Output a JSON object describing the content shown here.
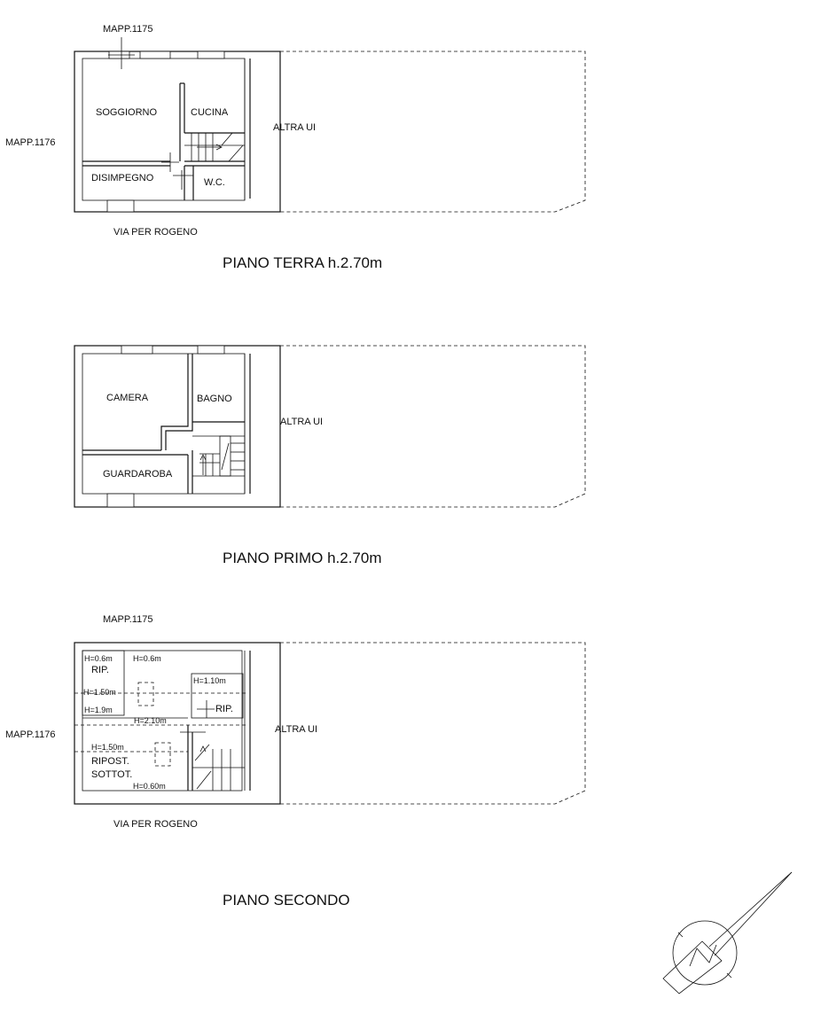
{
  "ground_floor": {
    "title": "PIANO TERRA h.2.70m",
    "neighbor_top": "MAPP.1175",
    "neighbor_left": "MAPP.1176",
    "street": "VIA PER ROGENO",
    "rooms": {
      "living": "SOGGIORNO",
      "kitchen": "CUCINA",
      "hallway": "DISIMPEGNO",
      "wc": "W.C.",
      "other_unit": "ALTRA UI"
    }
  },
  "first_floor": {
    "title": "PIANO PRIMO h.2.70m",
    "rooms": {
      "bedroom": "CAMERA",
      "bathroom": "BAGNO",
      "wardrobe": "GUARDAROBA",
      "other_unit": "ALTRA UI"
    }
  },
  "second_floor": {
    "title": "PIANO SECONDO",
    "neighbor_top": "MAPP.1175",
    "neighbor_left": "MAPP.1176",
    "street": "VIA PER ROGENO",
    "rooms": {
      "rip_left": "RIP.",
      "rip_right": "RIP.",
      "storage_line1": "RIPOST.",
      "storage_line2": "SOTTOT.",
      "other_unit": "ALTRA UI"
    },
    "heights": {
      "h1": "H=0.6m",
      "h2": "H=0.6m",
      "h3": "H=1.50m",
      "h4": "H=1.9m",
      "h5": "H=1.10m",
      "h6": "H=2.10m",
      "h7": "H=1.50m",
      "h8": "H=0.60m"
    }
  },
  "compass": {
    "symbol": "north-arrow"
  }
}
